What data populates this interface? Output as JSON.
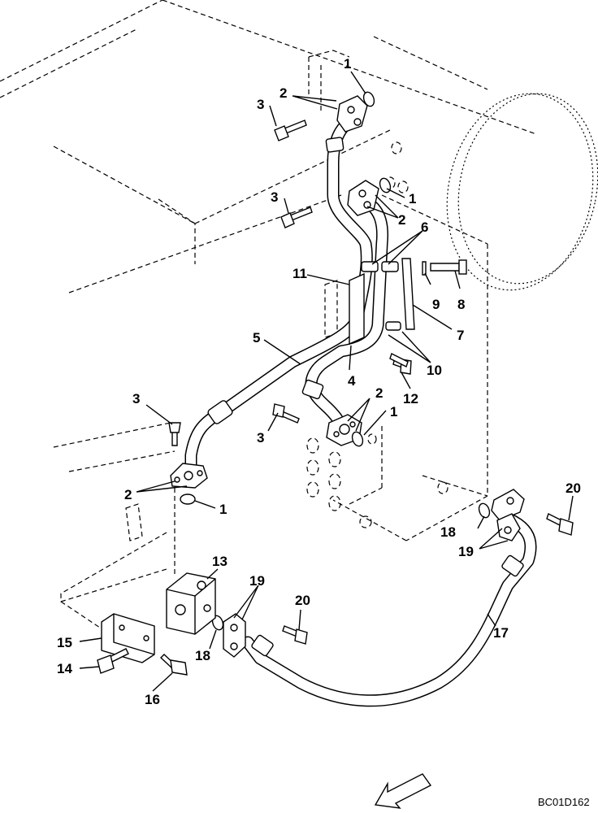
{
  "diagram_code": "BC01D162",
  "callouts": {
    "c1a": "1",
    "c1b": "1",
    "c1c": "1",
    "c1d": "1",
    "c2a": "2",
    "c2b": "2",
    "c2c": "2",
    "c2d": "2",
    "c3a": "3",
    "c3b": "3",
    "c3c": "3",
    "c3d": "3",
    "c4": "4",
    "c5": "5",
    "c6": "6",
    "c7": "7",
    "c8": "8",
    "c9": "9",
    "c10": "10",
    "c11": "11",
    "c12": "12",
    "c13": "13",
    "c14": "14",
    "c15": "15",
    "c16": "16",
    "c17": "17",
    "c18a": "18",
    "c18b": "18",
    "c19a": "19",
    "c19b": "19",
    "c20a": "20",
    "c20b": "20"
  }
}
